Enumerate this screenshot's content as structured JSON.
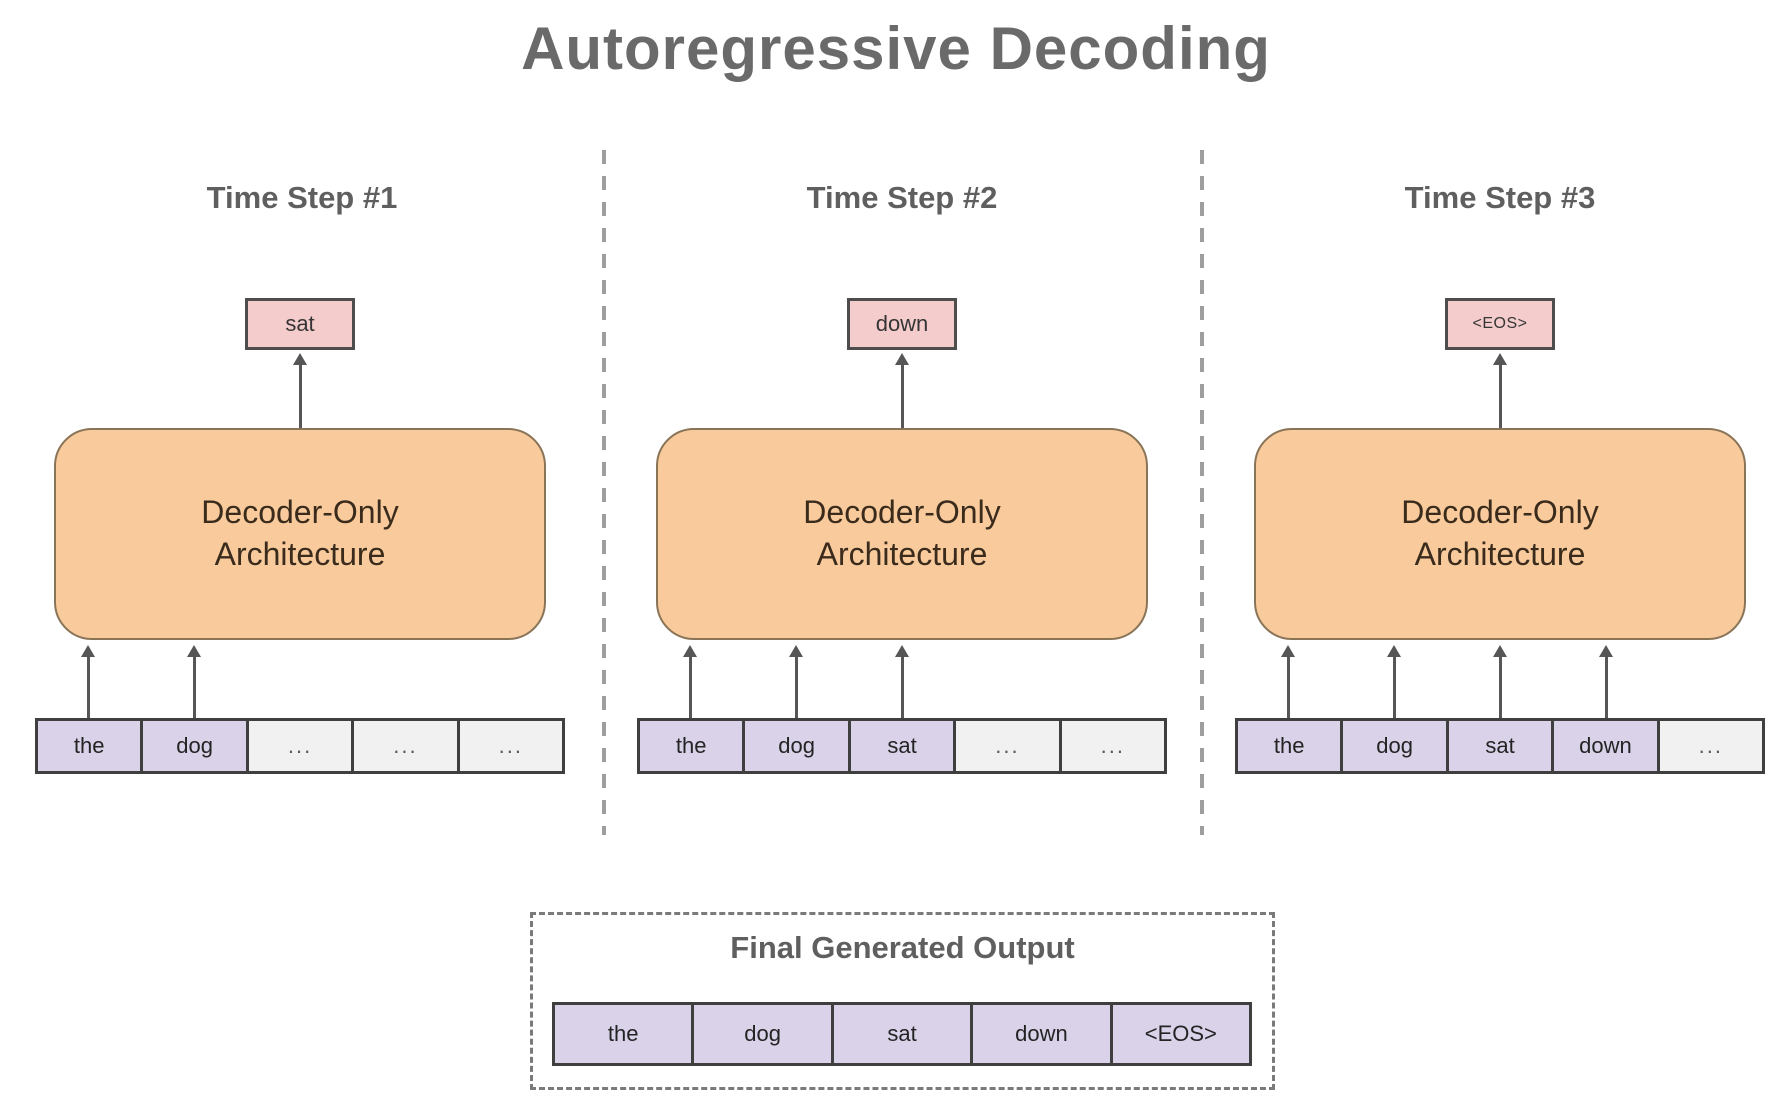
{
  "title": "Autoregressive Decoding",
  "steps": [
    {
      "heading": "Time Step #1",
      "output_token": "sat",
      "decoder_label": "Decoder-Only\nArchitecture",
      "tokens": [
        {
          "label": "the",
          "kind": "word"
        },
        {
          "label": "dog",
          "kind": "word"
        },
        {
          "label": "...",
          "kind": "ellipsis"
        },
        {
          "label": "...",
          "kind": "ellipsis"
        },
        {
          "label": "...",
          "kind": "ellipsis"
        }
      ]
    },
    {
      "heading": "Time Step #2",
      "output_token": "down",
      "decoder_label": "Decoder-Only\nArchitecture",
      "tokens": [
        {
          "label": "the",
          "kind": "word"
        },
        {
          "label": "dog",
          "kind": "word"
        },
        {
          "label": "sat",
          "kind": "word"
        },
        {
          "label": "...",
          "kind": "ellipsis"
        },
        {
          "label": "...",
          "kind": "ellipsis"
        }
      ]
    },
    {
      "heading": "Time Step #3",
      "output_token": "<EOS>",
      "decoder_label": "Decoder-Only\nArchitecture",
      "tokens": [
        {
          "label": "the",
          "kind": "word"
        },
        {
          "label": "dog",
          "kind": "word"
        },
        {
          "label": "sat",
          "kind": "word"
        },
        {
          "label": "down",
          "kind": "word"
        },
        {
          "label": "...",
          "kind": "ellipsis"
        }
      ]
    }
  ],
  "final_output": {
    "heading": "Final Generated Output",
    "tokens": [
      "the",
      "dog",
      "sat",
      "down",
      "<EOS>"
    ]
  },
  "colors": {
    "decoder_fill": "#f9cb9c",
    "output_token_fill": "#f4cccc",
    "word_token_fill": "#d9d2e9",
    "ellipsis_token_fill": "#f1f1f1",
    "title_text": "#6a6a6a",
    "arrow": "#565656"
  }
}
